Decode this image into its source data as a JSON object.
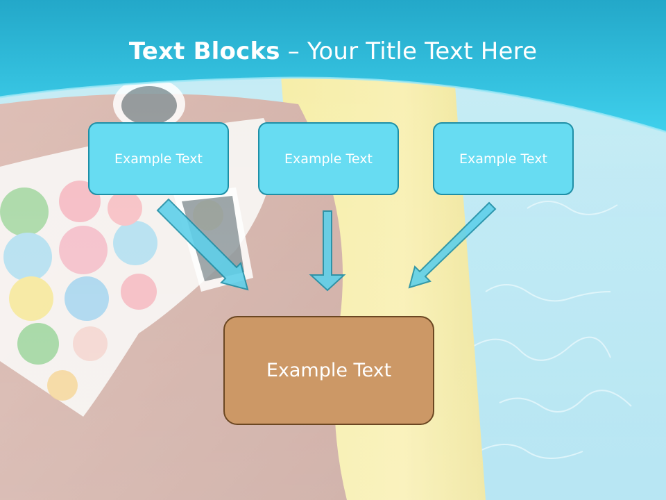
{
  "slide": {
    "title_bold": "Text Blocks",
    "title_rest": " – Your Title Text Here",
    "top_boxes": [
      "Example Text",
      "Example Text",
      "Example Text"
    ],
    "bottom_box": "Example Text"
  },
  "colors": {
    "header": "#2fc6e2",
    "top_box_fill": "#67dcf2",
    "top_box_border": "#1f8fa6",
    "bottom_box_fill": "#cc9866",
    "bottom_box_border": "#6b4722",
    "arrow_fill": "#5fd0ea",
    "arrow_stroke": "#1f8fa6"
  }
}
